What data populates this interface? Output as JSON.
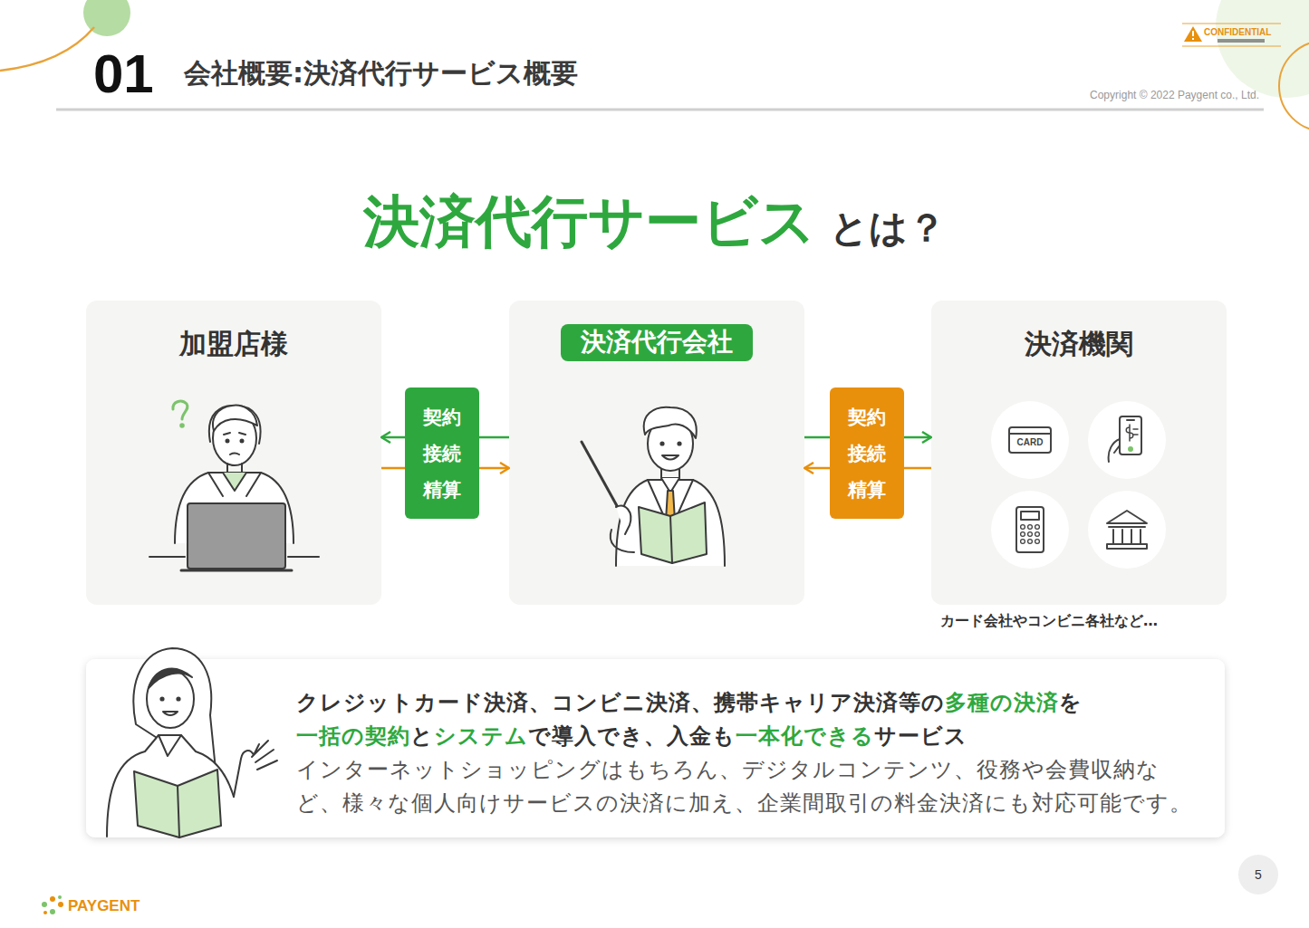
{
  "diagram": {
    "title": "会社概要:決済代行サービス概要",
    "nodes": [
      {
        "text": [
          "加盟店様"
        ]
      },
      {
        "text": [
          "決済代行会社"
        ]
      },
      {
        "text": [
          "決済機関"
        ]
      },
      {
        "text": [
          "契約",
          "接続",
          "精算"
        ]
      },
      {
        "text": [
          "契約",
          "接続",
          "精算"
        ]
      },
      {
        "text": [
          "クレジットカード決済、コンビニ決済、携帯キャリア決済等の",
          "多種の決済",
          "を",
          "一括の契約",
          "と",
          "システム",
          "で導入でき、入金も",
          "一本化できる",
          "サービス",
          "インターネットショッピングはもちろん、デジタルコンテンツ、役務や会費収納など、様々な個人向けサービスの決済に加え、企業間取引の料金決済にも対応可能です。"
        ]
      }
    ],
    "edges": [
      {
        "from": 1,
        "to": 0,
        "arrow": "to"
      },
      {
        "from": 0,
        "to": 1,
        "arrow": "to"
      },
      {
        "from": 1,
        "to": 2,
        "arrow": "to"
      },
      {
        "from": 2,
        "to": 1,
        "arrow": "to"
      }
    ],
    "labels": [
      "01",
      "CONFIDENTIAL",
      "Copyright © 2022 Paygent co., Ltd.",
      "決済代行サービス",
      "とは？",
      "CARD",
      "カード会社やコンビニ各社など…",
      "5",
      "PAYGENT"
    ]
  }
}
